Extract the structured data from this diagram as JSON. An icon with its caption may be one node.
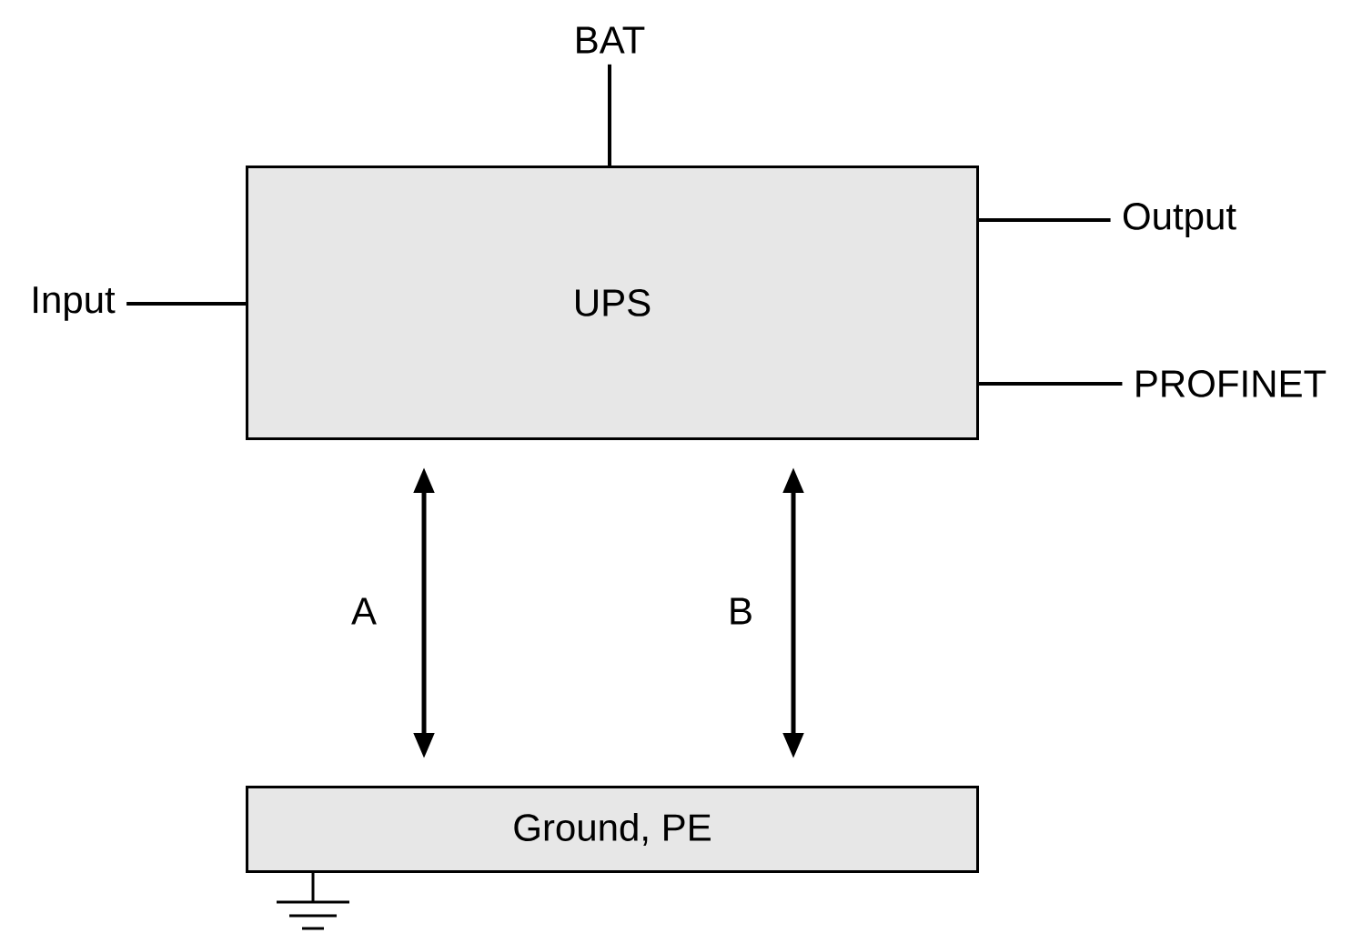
{
  "diagram": {
    "nodes": [
      {
        "text": [
          "UPS"
        ]
      },
      {
        "text": [
          "BAT"
        ]
      },
      {
        "text": [
          "Input"
        ]
      },
      {
        "text": [
          "Output"
        ]
      },
      {
        "text": [
          "PROFINET"
        ]
      },
      {
        "text": [
          "Ground, PE"
        ]
      }
    ],
    "edges": [
      {
        "from": 1,
        "to": 0,
        "arrow": "none"
      },
      {
        "from": 2,
        "to": 0,
        "arrow": "none"
      },
      {
        "from": 0,
        "to": 3,
        "arrow": "none"
      },
      {
        "from": 0,
        "to": 4,
        "arrow": "none"
      },
      {
        "from": 0,
        "to": 5,
        "arrow": "both",
        "label": "A"
      },
      {
        "from": 0,
        "to": 5,
        "arrow": "both",
        "label": "B"
      }
    ]
  }
}
